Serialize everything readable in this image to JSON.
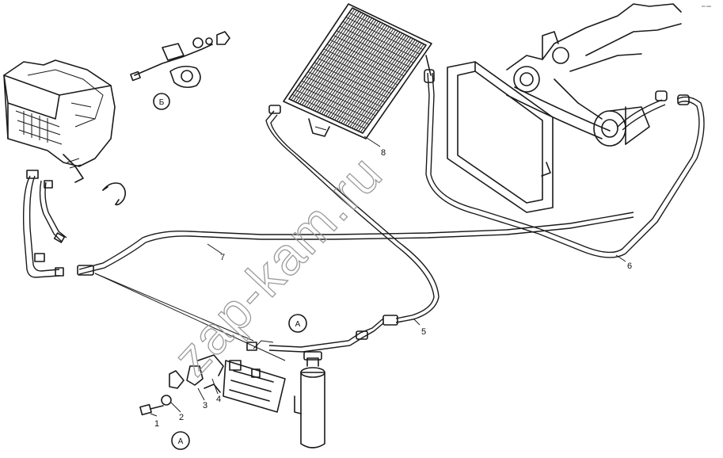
{
  "diagram": {
    "corner_note": "ᵃᵐ ᵃᵃᵃ",
    "watermark": "zap-kam.ru",
    "callouts": [
      "1",
      "2",
      "3",
      "4",
      "5",
      "6",
      "7",
      "8"
    ],
    "detail_markers": {
      "detail_b_label": "Б",
      "detail_a_label": "A",
      "detail_a_ref_label": "A"
    }
  }
}
